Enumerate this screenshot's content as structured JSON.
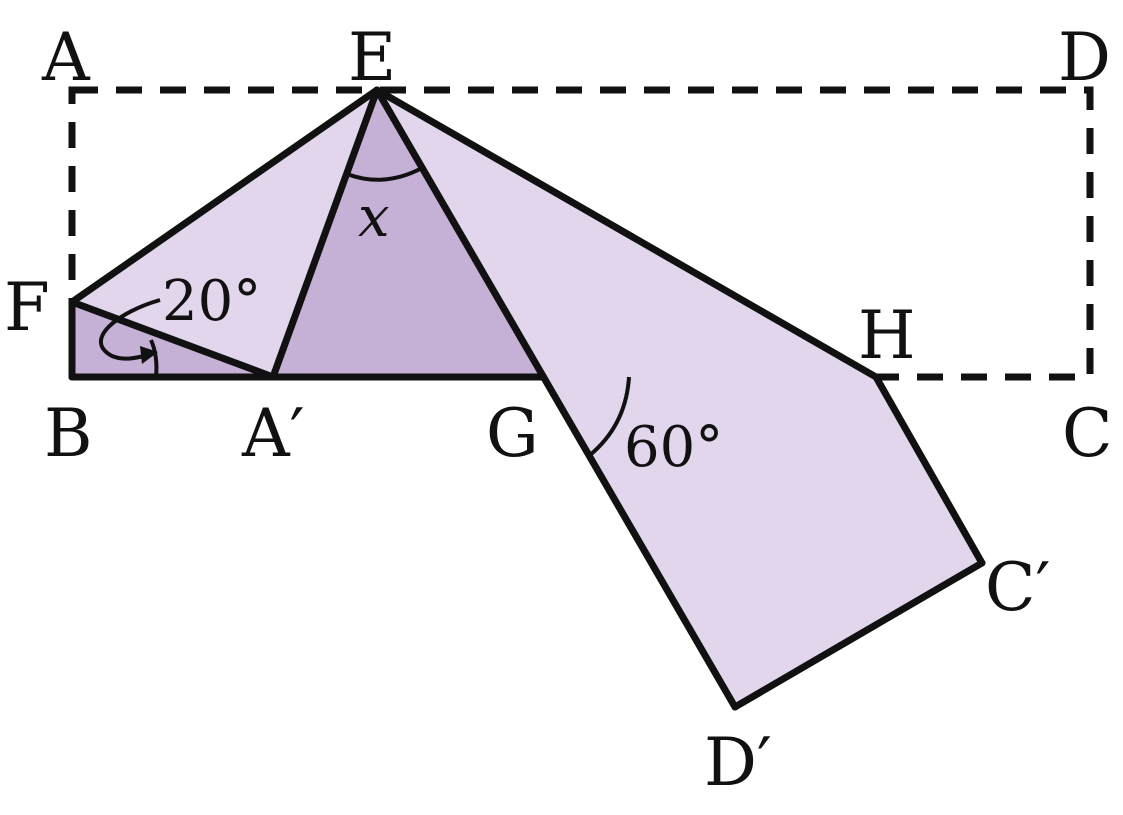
{
  "colors": {
    "light_fill": "#e1d6eb",
    "dark_fill": "#c6b1d6",
    "stroke": "#111111"
  },
  "points": {
    "A": "A",
    "E": "E",
    "D": "D",
    "F": "F",
    "H": "H",
    "B": "B",
    "A_prime": "A′",
    "G": "G",
    "C": "C",
    "C_prime": "C′",
    "D_prime": "D′"
  },
  "angles": {
    "a20": "20°",
    "a60": "60°",
    "x": "x"
  }
}
